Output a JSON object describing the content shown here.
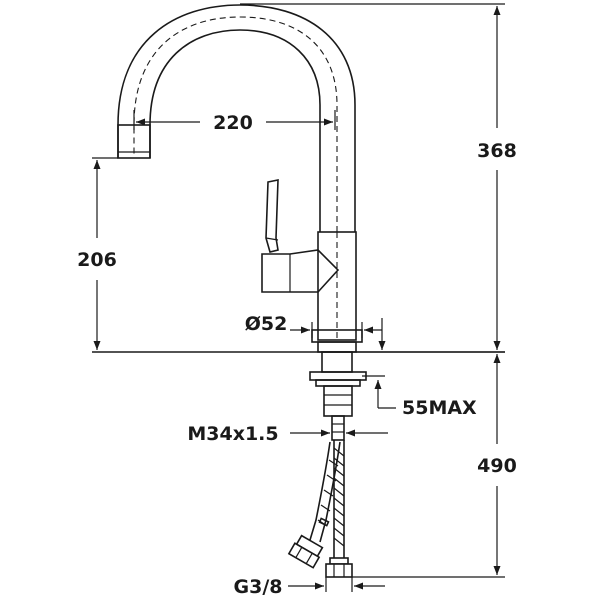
{
  "dimensions": {
    "spout_reach": "220",
    "total_height": "368",
    "spout_height": "206",
    "base_diameter": "Ø52",
    "max_counter_thickness": "55MAX",
    "thread_size": "M34x1.5",
    "hose_length": "490",
    "hose_connection": "G3/8"
  }
}
